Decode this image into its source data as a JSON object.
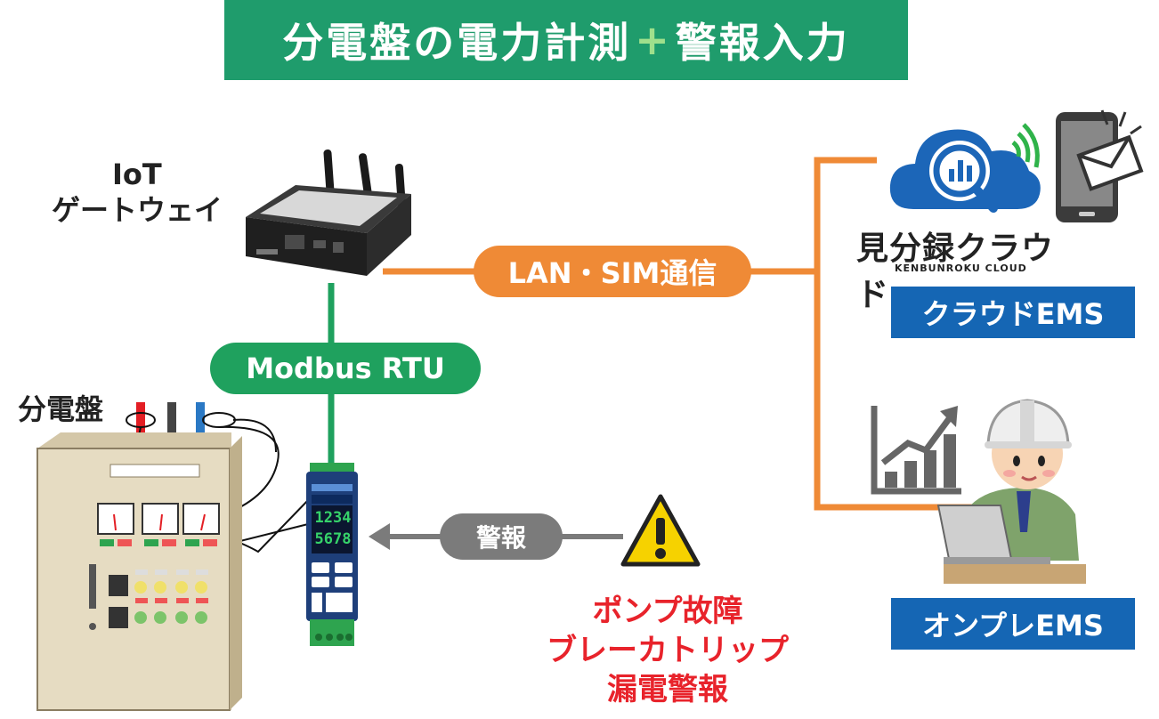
{
  "title": {
    "part1": "分電盤の電力計測",
    "plus": "+",
    "part2": "警報入力"
  },
  "gateway": {
    "line1": "IoT",
    "line2": "ゲートウェイ"
  },
  "panel_label": "分電盤",
  "links": {
    "lan_sim": "LAN・SIM通信",
    "modbus": "Modbus RTU",
    "alarm": "警報"
  },
  "cloud": {
    "brand": "見分録クラウド",
    "brand_sub": "KENBUNROKU CLOUD",
    "tag": "クラウドEMS"
  },
  "onpremise": {
    "tag": "オンプレEMS"
  },
  "alarm_events": [
    "ポンプ故障",
    "ブレーカトリップ",
    "漏電警報"
  ],
  "meter_display": {
    "line1": "1234",
    "line2": "5678"
  },
  "colors": {
    "title_bg": "#1f9c6c",
    "lan_orange": "#ef8a36",
    "modbus_green": "#1fa15e",
    "ems_blue": "#1566b4",
    "alarm_red": "#e8232b",
    "alarm_gray": "#7b7b7b"
  },
  "icons": [
    "router-icon",
    "cloud-search-icon",
    "smartphone-mail-icon",
    "growth-chart-icon",
    "worker-icon",
    "warning-icon",
    "power-meter-icon",
    "distribution-panel-icon"
  ]
}
